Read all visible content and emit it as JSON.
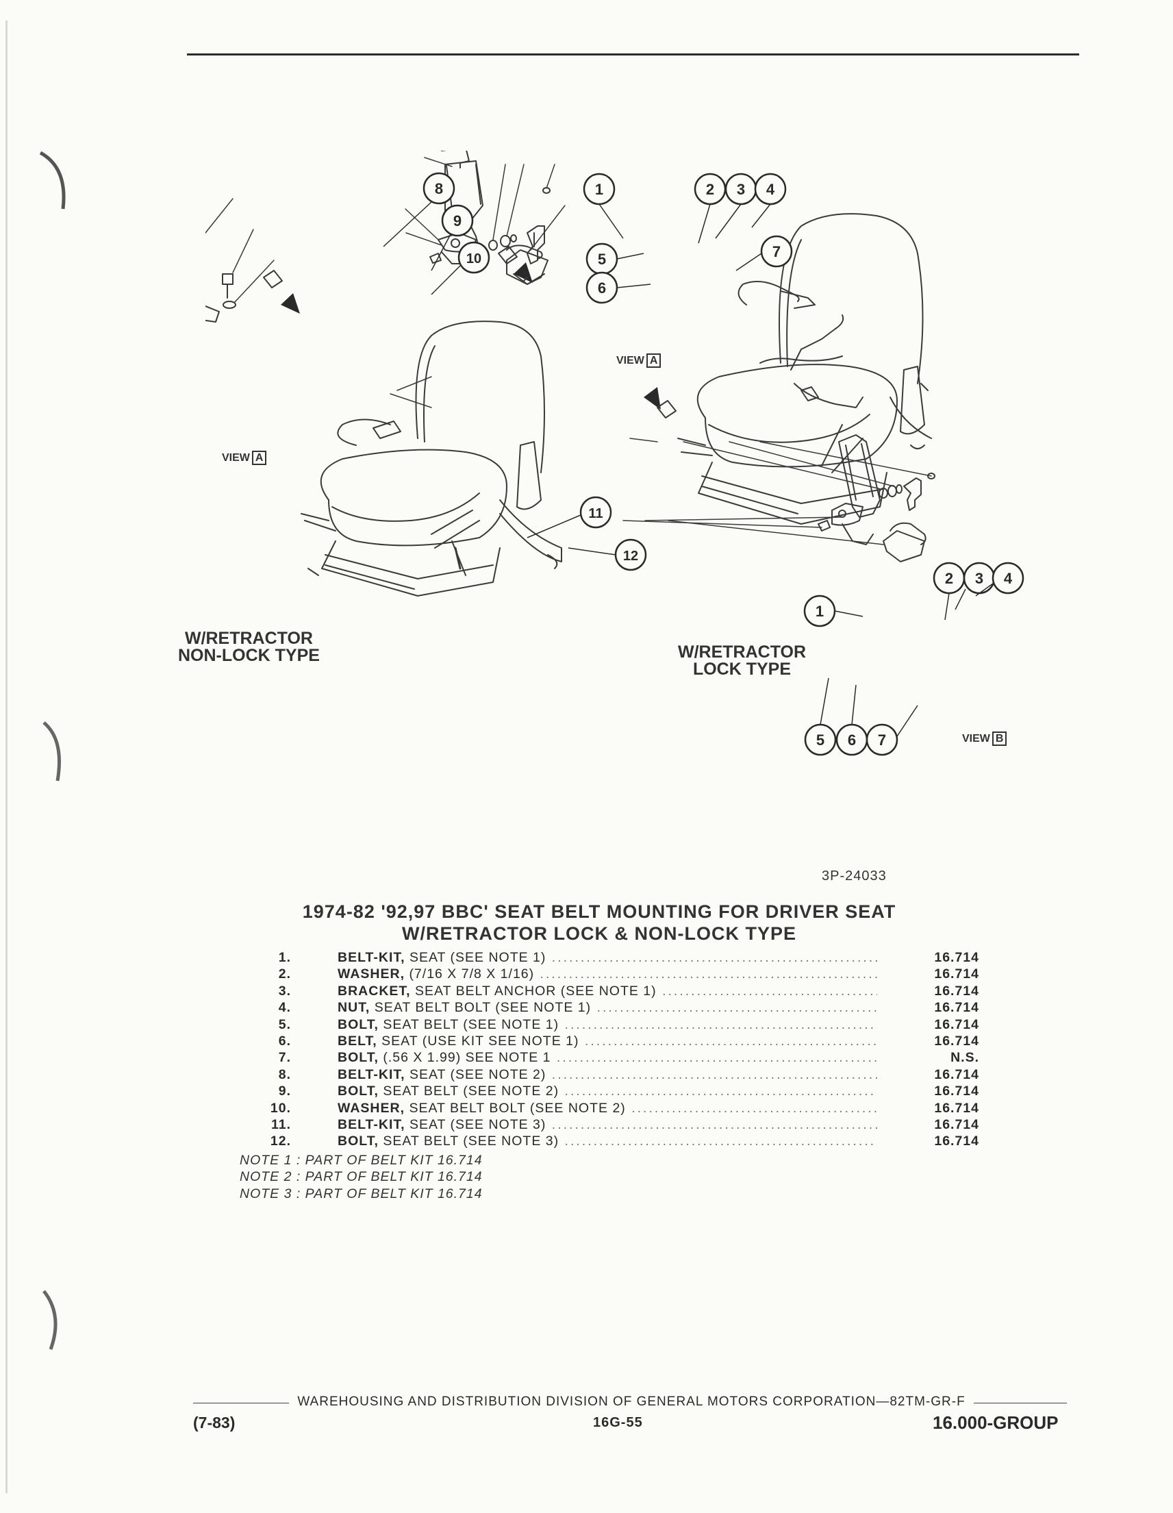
{
  "figure": {
    "labels": {
      "non_lock": "W/RETRACTOR\nNON-LOCK TYPE",
      "lock": "W/RETRACTOR\nLOCK TYPE",
      "view_word": "VIEW",
      "view_a": "A",
      "view_b": "B"
    },
    "callouts": [
      "1",
      "2",
      "3",
      "4",
      "5",
      "6",
      "7",
      "8",
      "9",
      "10",
      "11",
      "12"
    ],
    "code": "3P-24033"
  },
  "title": {
    "line1": "1974-82 '92,97 BBC' SEAT BELT MOUNTING FOR DRIVER SEAT",
    "line2": "W/RETRACTOR LOCK & NON-LOCK TYPE"
  },
  "parts": [
    {
      "num": "1.",
      "name": "BELT-KIT,",
      "desc": "SEAT (SEE NOTE 1)",
      "group": "16.714"
    },
    {
      "num": "2.",
      "name": "WASHER,",
      "desc": "(7/16 X 7/8 X 1/16)",
      "group": "16.714"
    },
    {
      "num": "3.",
      "name": "BRACKET,",
      "desc": "SEAT BELT ANCHOR (SEE NOTE 1)",
      "group": "16.714"
    },
    {
      "num": "4.",
      "name": "NUT,",
      "desc": "SEAT BELT BOLT (SEE NOTE 1)",
      "group": "16.714"
    },
    {
      "num": "5.",
      "name": "BOLT,",
      "desc": "SEAT BELT (SEE NOTE 1)",
      "group": "16.714"
    },
    {
      "num": "6.",
      "name": "BELT,",
      "desc": "SEAT (USE KIT SEE NOTE 1)",
      "group": "16.714"
    },
    {
      "num": "7.",
      "name": "BOLT,",
      "desc": "(.56 X 1.99) SEE NOTE 1",
      "group": "N.S."
    },
    {
      "num": "8.",
      "name": "BELT-KIT,",
      "desc": "SEAT (SEE NOTE 2)",
      "group": "16.714"
    },
    {
      "num": "9.",
      "name": "BOLT,",
      "desc": "SEAT BELT (SEE NOTE 2)",
      "group": "16.714"
    },
    {
      "num": "10.",
      "name": "WASHER,",
      "desc": "SEAT BELT BOLT (SEE NOTE 2)",
      "group": "16.714"
    },
    {
      "num": "11.",
      "name": "BELT-KIT,",
      "desc": "SEAT (SEE NOTE 3)",
      "group": "16.714"
    },
    {
      "num": "12.",
      "name": "BOLT,",
      "desc": "SEAT BELT (SEE NOTE 3)",
      "group": "16.714"
    }
  ],
  "notes": [
    "NOTE 1 : PART OF BELT KIT 16.714",
    "NOTE 2 : PART OF BELT KIT 16.714",
    "NOTE 3 : PART OF BELT KIT 16.714"
  ],
  "footer": {
    "corp": "WAREHOUSING AND DISTRIBUTION DIVISION OF GENERAL MOTORS CORPORATION—82TM-GR-F",
    "date": "(7-83)",
    "page": "16G-55",
    "group": "16.000-GROUP"
  }
}
